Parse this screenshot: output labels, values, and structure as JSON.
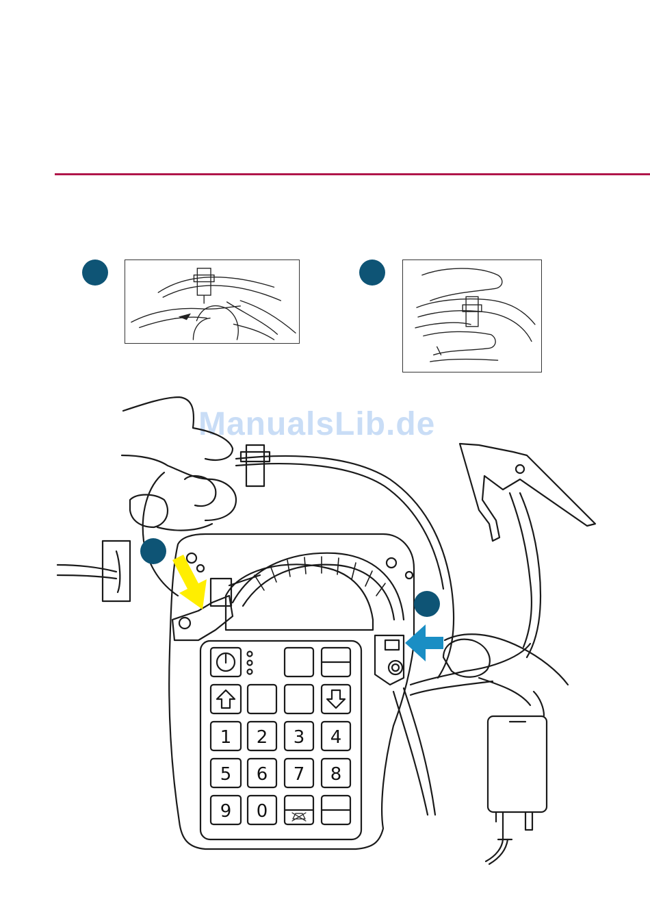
{
  "colors": {
    "rule": "#b0164a",
    "step_dot": "#0e5475",
    "arrow_yellow": "#ffee00",
    "arrow_blue": "#1a8ec4",
    "watermark": "#9ec3f0",
    "line": "#1a1a1a"
  },
  "watermark": {
    "text": "ManualsLib.de"
  },
  "keypad": {
    "rows": [
      [
        "1",
        "2",
        "3",
        "4"
      ],
      [
        "5",
        "6",
        "7",
        "8"
      ],
      [
        "9",
        "0"
      ]
    ]
  },
  "icons": {
    "power": "power-icon",
    "up": "arrow-up-icon",
    "down": "arrow-down-icon",
    "silence": "bell-cross-icon"
  }
}
